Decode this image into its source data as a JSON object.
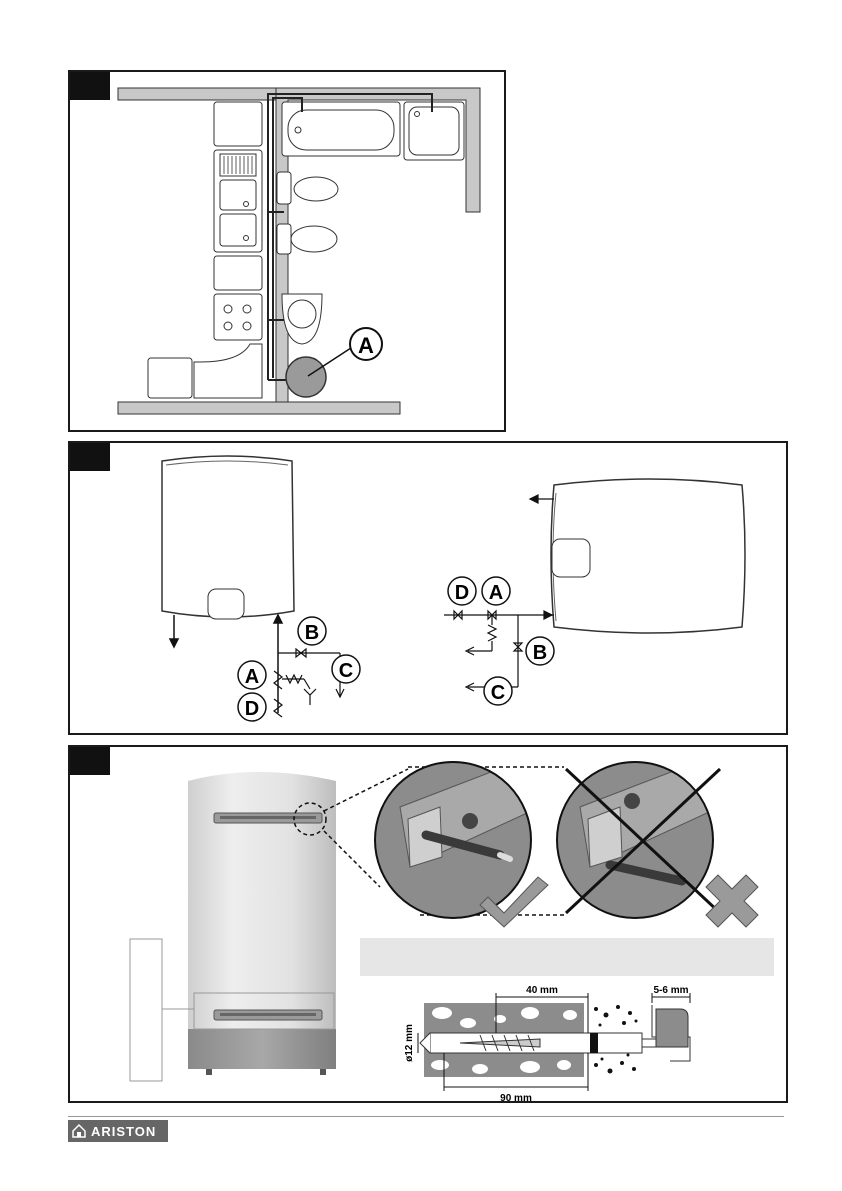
{
  "panel1": {
    "label_a": "A"
  },
  "panel2": {
    "left": {
      "label_b": "B",
      "label_a": "A",
      "label_c": "C",
      "label_d": "D"
    },
    "right": {
      "label_d": "D",
      "label_a": "A",
      "label_b": "B",
      "label_c": "C"
    }
  },
  "panel3": {
    "dim_40": "40 mm",
    "dim_56": "5-6 mm",
    "dim_90": "90 mm",
    "dim_diam": "ø12 mm"
  },
  "footer": {
    "brand": "ARISTON"
  },
  "colors": {
    "frame": "#1a1a1a",
    "wall": "#c8c8c8",
    "heater": "#9a9a9a",
    "concrete": "#8c8c8c",
    "tag": "#111111"
  }
}
